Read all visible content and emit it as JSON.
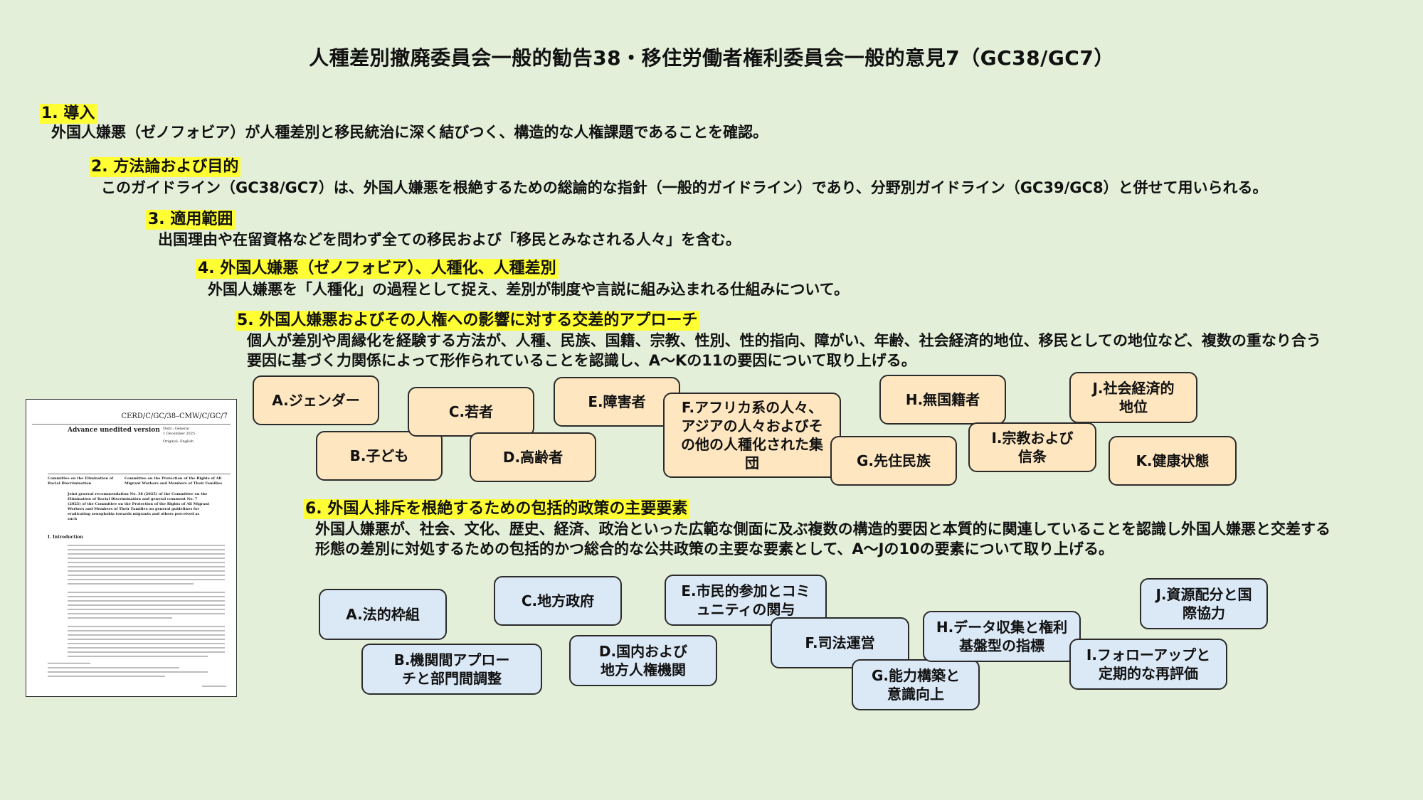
{
  "title": "人種差別撤廃委員会一般的勧告38・移住労働者権利委員会一般的意見7（GC38/GC7）",
  "sections": [
    {
      "heading": "1. 導入",
      "body": [
        "外国人嫌悪（ゼノフォビア）が人種差別と移民統治に深く結びつく、構造的な人権課題であることを確認。"
      ]
    },
    {
      "heading": "2. 方法論および目的",
      "body": [
        "このガイドライン（GC38/GC7）は、外国人嫌悪を根絶するための総論的な指針（一般的ガイドライン）であり、分野別ガイドライン（GC39/GC8）と併せて用いられる。"
      ]
    },
    {
      "heading": "3. 適用範囲",
      "body": [
        "出国理由や在留資格などを問わず全ての移民および「移民とみなされる人々」を含む。"
      ]
    },
    {
      "heading": "4. 外国人嫌悪（ゼノフォビア）、人種化、人種差別",
      "body": [
        "外国人嫌悪を「人種化」の過程として捉え、差別が制度や言説に組み込まれる仕組みについて。"
      ]
    },
    {
      "heading": "5. 外国人嫌悪およびその人権への影響に対する交差的アプローチ",
      "body": [
        "個人が差別や周縁化を経験する方法が、人種、民族、国籍、宗教、性別、性的指向、障がい、年齢、社会経済的地位、移民としての地位など、複数の重なり合う",
        "要因に基づく力関係によって形作られていることを認識し、A～Kの11の要因について取り上げる。"
      ]
    },
    {
      "heading": "6. 外国人排斥を根絶するための包括的政策の主要要素",
      "body": [
        "外国人嫌悪が、社会、文化、歴史、経済、政治といった広範な側面に及ぶ複数の構造的要因と本質的に関連していることを認識し外国人嫌悪と交差する",
        "形態の差別に対処するための包括的かつ総合的な公共政策の主要な要素として、A～Jの10の要素について取り上げる。"
      ]
    }
  ],
  "factors": [
    "A.ジェンダー",
    "B.子ども",
    "C.若者",
    "D.高齢者",
    "E.障害者",
    "F.アフリカ系の人々、アジアの人々およびその他の人種化された集団",
    "G.先住民族",
    "H.無国籍者",
    "I.宗教および信条",
    "J.社会経済的地位",
    "K.健康状態"
  ],
  "elements": [
    "A.法的枠組",
    "B.機関間アプローチと部門間調整",
    "C.地方政府",
    "D.国内および地方人権機関",
    "E.市民的参加とコミュニティの関与",
    "F.司法運営",
    "G.能力構築と意識向上",
    "H.データ収集と権利基盤型の指標",
    "I.フォローアップと定期的な再評価",
    "J.資源配分と国際協力"
  ],
  "document": {
    "code": "CERD/C/GC/38–CMW/C/GC/7",
    "status": "Advance unedited version",
    "meta": [
      "Distr.: General",
      "1 December 2025",
      "Original: English"
    ],
    "committee_left": "Committee on the Elimination of Racial Discrimination",
    "committee_right": "Committee on the Protection of the Rights of All Migrant Workers and Members of Their Families",
    "heading": "Joint general recommendation No. 38 (2025) of the Committee on the Elimination of Racial Discrimination and general comment No. 7 (2025) of the Committee on the Protection of the Rights of All Migrant Workers and Members of Their Families on general guidelines for eradicating xenophobia towards migrants and others perceived as such",
    "section": "I.   Introduction"
  }
}
